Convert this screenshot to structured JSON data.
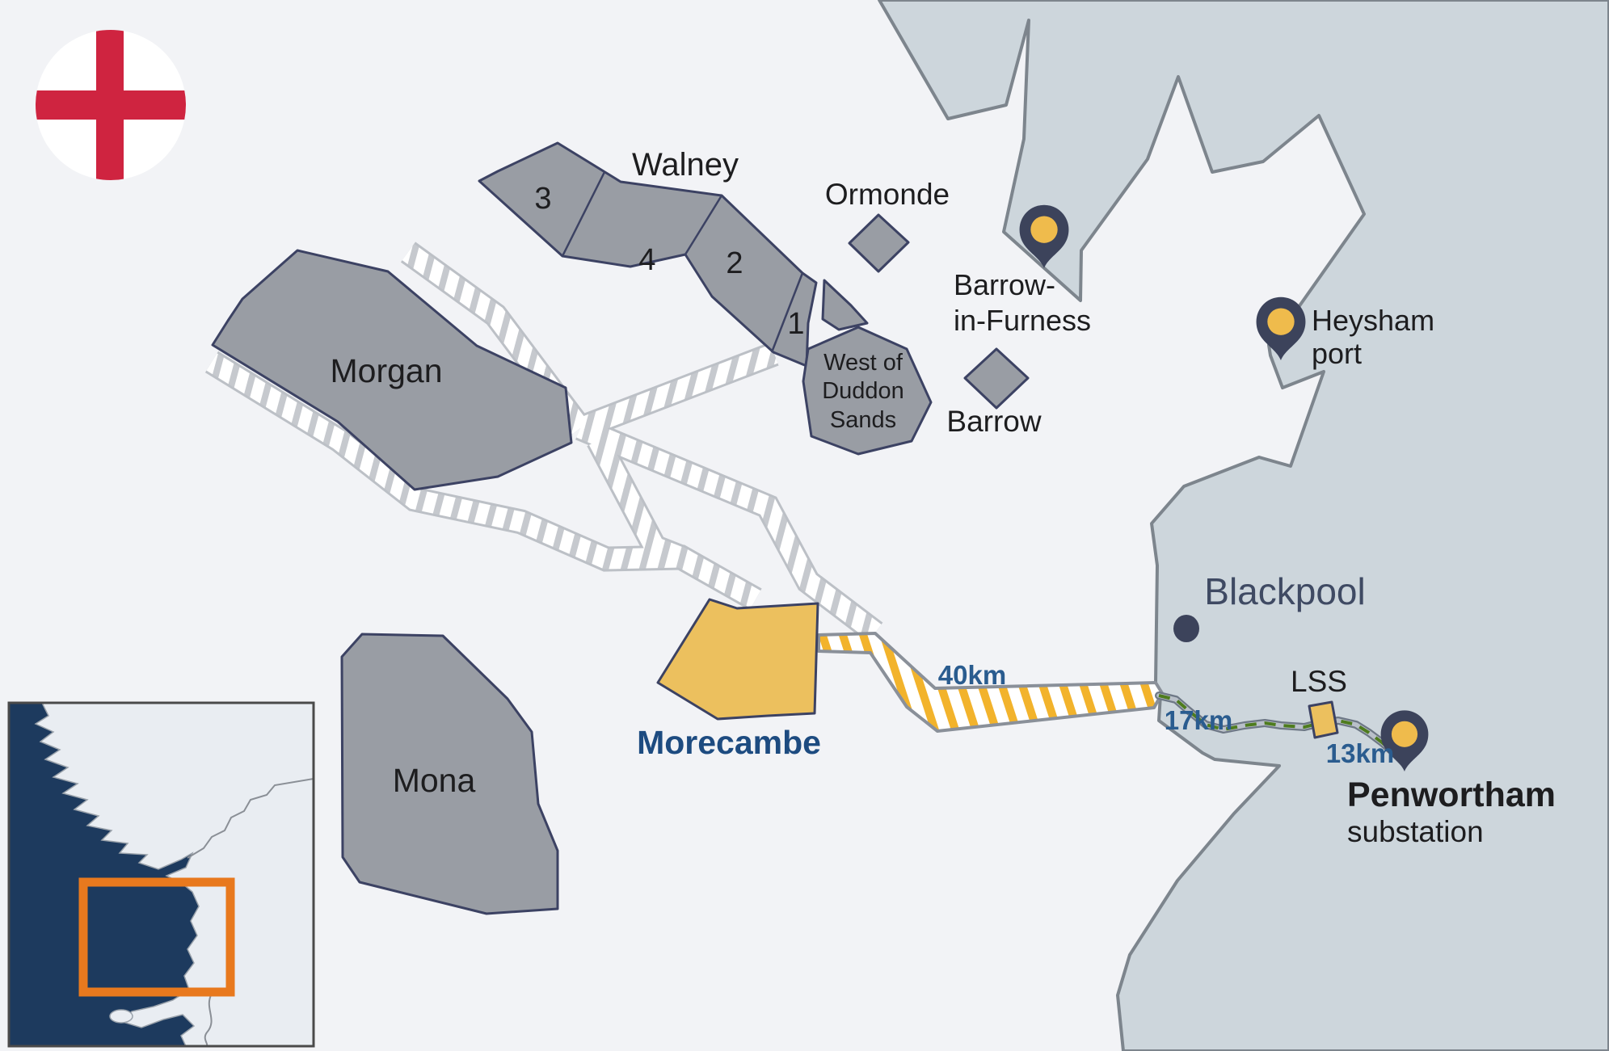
{
  "labels": {
    "walney": "Walney",
    "ormonde": "Ormonde",
    "barrow_in_furness_line1": "Barrow-",
    "barrow_in_furness_line2": "in-Furness",
    "barrow": "Barrow",
    "heysham_line1": "Heysham",
    "heysham_line2": "port",
    "west_of_duddon_line1": "West of",
    "west_of_duddon_line2": "Duddon",
    "west_of_duddon_line3": "Sands",
    "morgan": "Morgan",
    "mona": "Mona",
    "morecambe": "Morecambe",
    "blackpool": "Blackpool",
    "lss": "LSS",
    "penwortham": "Penwortham",
    "substation": "substation"
  },
  "zone_numbers": {
    "walney_3": "3",
    "walney_4": "4",
    "walney_2": "2",
    "walney_1": "1"
  },
  "distances": {
    "offshore_export": "40km",
    "onshore_west": "17km",
    "onshore_east": "13km"
  },
  "icons": {
    "flag": "england-flag-icon",
    "pins": [
      "barrow-in-furness-pin",
      "heysham-port-pin",
      "penwortham-substation-pin"
    ]
  },
  "colors": {
    "sea": "#f2f3f6",
    "land": "#cdd6dc",
    "land_border": "#7d858d",
    "zone_grey": "#999da4",
    "zone_border": "#3c4263",
    "zone_yellow": "#ecc05e",
    "pin_body": "#3c435b",
    "pin_dot": "#efbb4c",
    "route_green": "#4e7c1e",
    "hatch_yellow": "#f2b32c",
    "km_text_navy": "#2a5c8f",
    "morecambe_text": "#1d4b80",
    "blackpool_text": "#3f4a63",
    "inset_sea": "#1d3a5e",
    "inset_land": "#e9edf2",
    "inset_highlight_orange": "#e8791e",
    "flag_red": "#cf2440"
  }
}
